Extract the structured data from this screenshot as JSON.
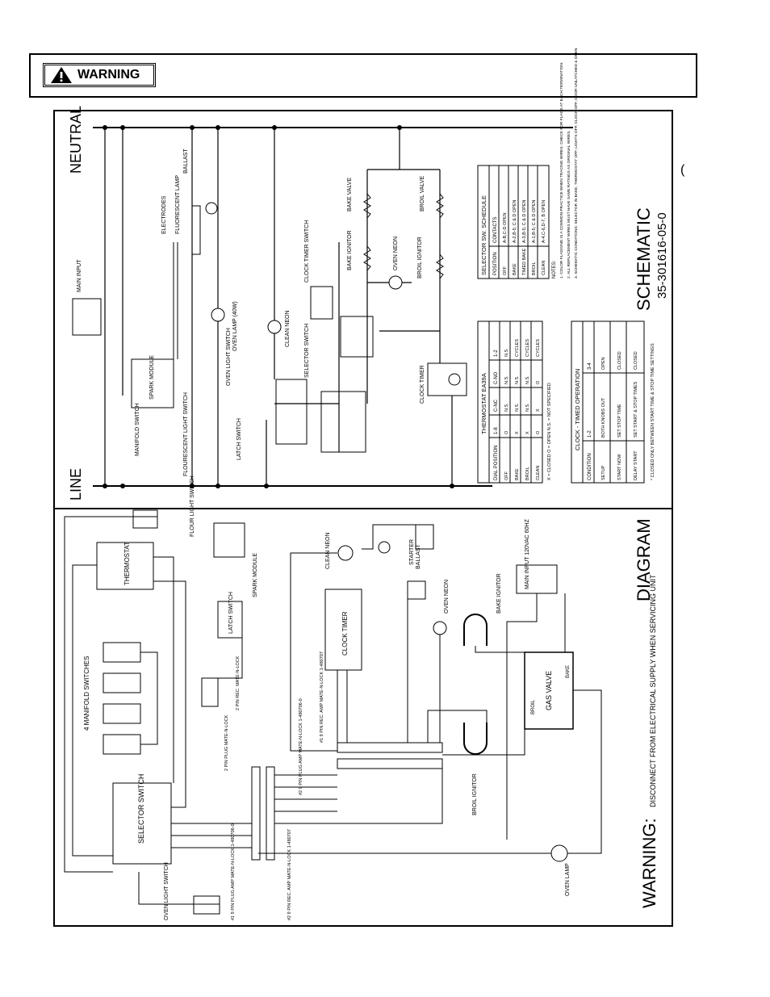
{
  "banner": {
    "warning_label": "WARNING"
  },
  "schematic": {
    "title": "SCHEMATIC",
    "part_number": "35-301616-05-0",
    "neutral_label": "NEUTRAL",
    "line_label": "LINE",
    "components": {
      "main_input": "MAIN INPUT",
      "electrodes": "ELECTRODES",
      "fluorescent_lamp": "FLUORESCENT LAMP",
      "ballast": "BALLAST",
      "spark_module": "SPARK MODULE",
      "manifold_switch": "MANIFOLD SWITCH",
      "fluorescent_light_switch": "FLOURESCENT LIGHT SWITCH",
      "oven_light_switch": "OVEN LIGHT SWITCH",
      "oven_lamp": "OVEN LAMP (40W)",
      "latch_switch": "LATCH SWITCH",
      "clean_neon": "CLEAN NEON",
      "selector_switch": "SELECTOR SWITCH",
      "clock_timer_switch": "CLOCK TIMER SWITCH",
      "clock_timer": "CLOCK TIMER",
      "bake_ignitor": "BAKE IGNITOR",
      "bake_valve": "BAKE VALVE",
      "oven_neon": "OVEN NEON",
      "broil_ignitor": "BROIL IGNITOR",
      "broil_valve": "BROIL VALVE"
    },
    "selector_schedule": {
      "title": "SELECTOR SW. SCHEDULE",
      "headers": [
        "POSITION",
        "CONTACTS"
      ],
      "rows": [
        [
          "OFF",
          "A-B,C-D OPEN"
        ],
        [
          "BAKE",
          "A-2,B-5; C & D OPEN"
        ],
        [
          "TIMED BAKE",
          "A-3,B-5; C & D OPEN"
        ],
        [
          "BROIL",
          "A-1,B-5; C & D OPEN"
        ],
        [
          "CLEAN",
          "A-4,C-6,D-7, B OPEN"
        ]
      ]
    },
    "notes": [
      "NOTES:",
      "1. COLOR FLAGGING IS A COMMON PRACTICE WHEN TRACING WIRES. CHECK FOR FLAGS AT EACH TERMINATION.",
      "2. ALL REPLACEMENT WIRES MUST HAVE SAME RATINGS AS ORIGINAL WIRES.",
      "3. SCHEMATIC CONDITIONS: SELECTOR IN BAKE, THERMOSTAT OFF, LIGHTS OFF, CLOCK OFF, DOOR UNLATCHED & OPEN"
    ],
    "thermostat": {
      "title": "THERMOSTAT EA39A",
      "headers": [
        "DIAL POSITION",
        "1-8",
        "C-NC",
        "C-NO",
        "1-2"
      ],
      "rows": [
        [
          "OFF",
          "O",
          "N.S.",
          "N.S.",
          "N.S."
        ],
        [
          "BAKE",
          "X",
          "N.S.",
          "N.S.",
          "CYCLES"
        ],
        [
          "BROIL",
          "X",
          "N.S.",
          "N.S.",
          "CYCLES"
        ],
        [
          "CLEAN",
          "O",
          "X",
          "O",
          "CYCLES"
        ]
      ],
      "legend": "X = CLOSED  O = OPEN  N.S. = NOT SPECIFIED"
    },
    "clock_table": {
      "title": "CLOCK - TIMED OPERATION",
      "headers": [
        "CONDITION",
        "1-2",
        "3-4"
      ],
      "rows": [
        [
          "SETUP",
          "BOTH KNOBS OUT",
          "OPEN"
        ],
        [
          "START NOW",
          "SET STOP TIME",
          "CLOSED"
        ],
        [
          "DELAY START",
          "SET START & STOP TIMES",
          "CLOSED"
        ]
      ],
      "footnote": "* CLOSED ONLY BETWEEN START TIME & STOP TIME SETTINGS"
    }
  },
  "diagram": {
    "title": "DIAGRAM",
    "warning_word": "WARNING:",
    "warning_text": "DISCONNECT FROM ELECTRICAL SUPPLY WHEN SERVICING UNIT",
    "components": {
      "thermostat": "THERMOSTAT",
      "manifold_switches": "4 MANIFOLD SWITCHES",
      "selector_switch": "SELECTOR SWITCH",
      "oven_light_switch": "OVEN LIGHT SWITCH",
      "floor_light_switch": "FLOUR LIGHT SWITCH",
      "spark_module": "SPARK MODULE",
      "latch_switch": "LATCH SWITCH",
      "clean_neon": "CLEAN NEON",
      "starter": "STARTER",
      "ballast": "BALLAST",
      "clock_timer": "CLOCK TIMER",
      "oven_neon": "OVEN NEON",
      "bake_ignitor": "BAKE IGNITOR",
      "broil_ignitor": "BROIL IGNITOR",
      "gas_valve": "GAS VALVE",
      "broil": "BROIL",
      "bake": "BAKE",
      "main_input": "MAIN INPUT 120VAC 60HZ",
      "oven_lamp": "OVEN LAMP",
      "plug_2pin_rec": "2 PIN REC. MATE-N-LOCK",
      "plug_2pin": "2 PIN PLUG MATE-N-LOCK",
      "plug_9pin_a": "#1 9 PIN PLUG AMP MATE-N-LOCK 1-480706-0",
      "plug_9pin_b": "#2 9 PIN REC. AMP MATE-N-LOCK 1-480707",
      "plug_9pin_c": "#1 9 PIN REC. AMP MATE-N-LOCK 1-480707",
      "plug_9pin_d": "#2 9 PIN PLUG AMP MATE-N-LOCK 1-480706-0"
    }
  }
}
